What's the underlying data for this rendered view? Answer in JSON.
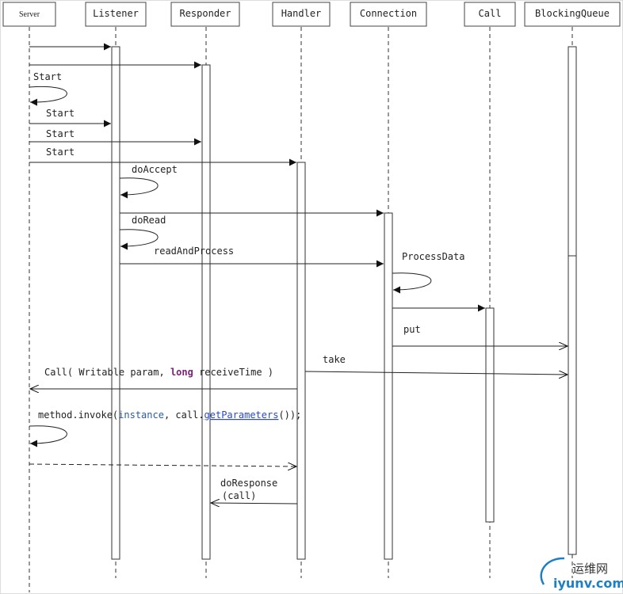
{
  "participants": [
    {
      "id": "server",
      "label": "Server"
    },
    {
      "id": "listener",
      "label": "Listener"
    },
    {
      "id": "responder",
      "label": "Responder"
    },
    {
      "id": "handler",
      "label": "Handler"
    },
    {
      "id": "connection",
      "label": "Connection"
    },
    {
      "id": "call",
      "label": "Call"
    },
    {
      "id": "blockingqueue",
      "label": "BlockingQueue"
    }
  ],
  "messages": {
    "start_self": "Start",
    "start_listener": "Start",
    "start_responder": "Start",
    "start_handler": "Start",
    "do_accept": "doAccept",
    "do_read": "doRead",
    "read_and_process": "readAndProcess",
    "process_data": "ProcessData",
    "put": "put",
    "take": "take",
    "call_prefix": "Call( Writable param, ",
    "call_keyword": "long",
    "call_suffix": " receiveTime )",
    "invoke_prefix": "method.invoke(",
    "invoke_instance": "instance",
    "invoke_mid": ", call.",
    "invoke_method": "getParameters",
    "invoke_suffix": "());",
    "do_response_line1": "doResponse",
    "do_response_line2": "(call)"
  },
  "watermark": {
    "cn": "运维网",
    "en": "iyunv.com"
  }
}
